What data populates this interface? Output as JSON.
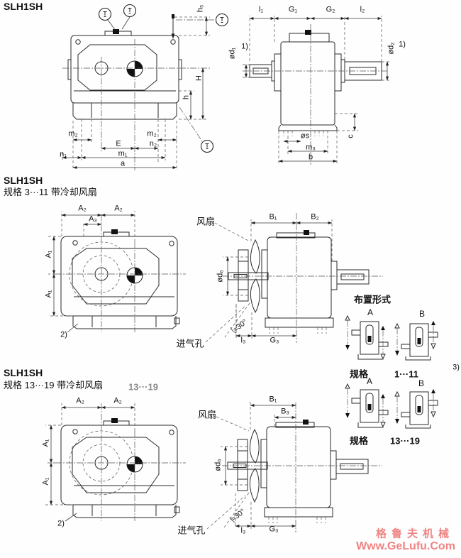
{
  "sections": {
    "s1": {
      "title": "SLH1SH",
      "front": {
        "h5": "h₅",
        "H": "H",
        "h": "h",
        "m2_left": "m₂",
        "m2_right": "m₂",
        "E": "E",
        "n2": "n₂",
        "n1": "n₁",
        "m1": "m₁",
        "a": "a"
      },
      "side": {
        "l1": "l₁",
        "G1": "G₁",
        "G2": "G₂",
        "l2": "l₂",
        "d1": "ød₁",
        "d1_note": "1)",
        "d2": "ød₂",
        "d2_note": "1)",
        "s": "øs",
        "m3": "m₃",
        "b": "b",
        "c": "c"
      }
    },
    "s2": {
      "title": "SLH1SH",
      "subtitle": "规格 3···11 带冷却风扇",
      "front": {
        "A2_left": "A₂",
        "A2_right": "A₂",
        "A3": "A₃",
        "A1_top": "A₁",
        "A1_bottom": "A₁",
        "note": "2)"
      },
      "side": {
        "B1": "B₁",
        "B2": "B₂",
        "d6": "ød₆",
        "angle": "≈30°",
        "l3": "l₃",
        "G3": "G₃"
      },
      "callouts": {
        "fan": "风扇",
        "intake": "进气孔"
      }
    },
    "s3": {
      "title": "SLH1SH",
      "subtitle": "规格 13···19 带冷却风扇",
      "ghost": "13···19",
      "front": {
        "A2_left": "A₂",
        "A2_right": "A₂",
        "A1_top": "A₁",
        "A1_bottom": "A₁",
        "note": "2)"
      },
      "side": {
        "B1": "B₁",
        "B3": "B₃",
        "d6": "ød₆",
        "angle": "≈30°",
        "l3": "l₃",
        "G3": "G₃"
      },
      "callouts": {
        "fan": "风扇",
        "intake": "进气孔"
      }
    },
    "arrangement": {
      "title": "布置形式",
      "note": "3)",
      "groups": [
        {
          "a": "A",
          "b": "B",
          "spec": "规格",
          "range": "1···11"
        },
        {
          "a": "A",
          "b": "B",
          "spec": "规格",
          "range": "13···19"
        }
      ]
    }
  },
  "watermark": {
    "line1": "格鲁夫机械",
    "line2": "Www.GeLufu.Com",
    "color": "#f08484"
  }
}
